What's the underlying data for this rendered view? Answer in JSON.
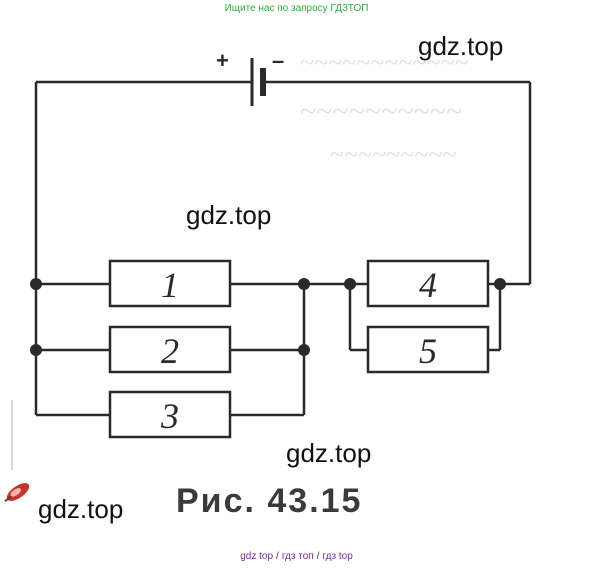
{
  "header_note": "Ищите нас по запросу ГДЗТОП",
  "footer_links": [
    "gdz top",
    "гдз топ",
    "гдз top"
  ],
  "footer_separator": "/",
  "watermarks": [
    "gdz.top",
    "gdz.top",
    "gdz.top",
    "gdz.top"
  ],
  "caption": "Рис. 43.15",
  "battery": {
    "plus": "+",
    "minus": "–"
  },
  "resistors": [
    {
      "id": "r1",
      "label": "1"
    },
    {
      "id": "r2",
      "label": "2"
    },
    {
      "id": "r3",
      "label": "3"
    },
    {
      "id": "r4",
      "label": "4"
    },
    {
      "id": "r5",
      "label": "5"
    }
  ],
  "colors": {
    "wire": "#2a2a2a",
    "header_note": "#2cae3c",
    "footer_links": "#7a2a9c",
    "caption": "#3a3a3a"
  }
}
